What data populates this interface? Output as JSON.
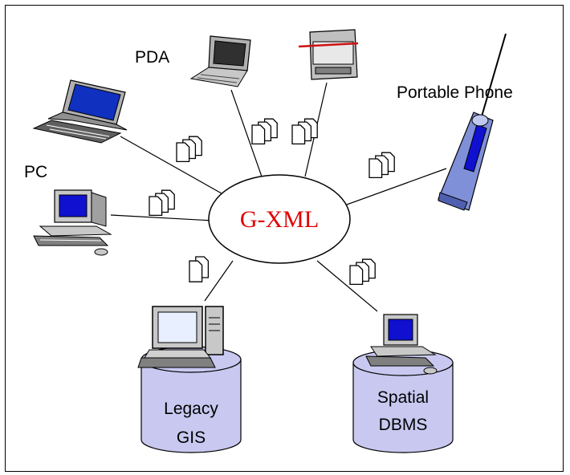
{
  "diagram": {
    "center": {
      "label": "G-XML",
      "color": "#e00000"
    },
    "nodes": {
      "pda": {
        "label": "PDA"
      },
      "pc": {
        "label": "PC"
      },
      "phone": {
        "label": "Portable Phone"
      },
      "legacy": {
        "line1": "Legacy",
        "line2": "GIS"
      },
      "spatial": {
        "line1": "Spatial",
        "line2": "DBMS"
      }
    },
    "colors": {
      "cylinder": "#c8c8f0",
      "screen": "#1010d0",
      "device_body": "#c8c8c8",
      "phone_body": "#8090d8"
    }
  }
}
